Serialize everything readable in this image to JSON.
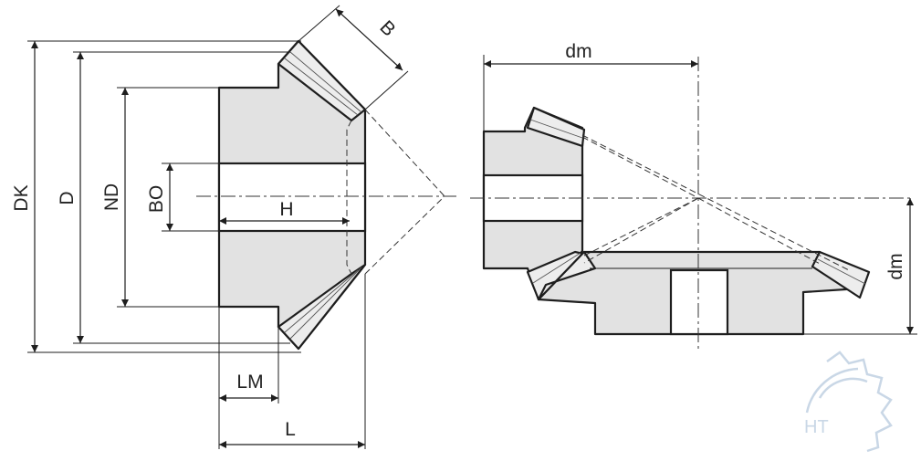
{
  "labels": {
    "dk": "DK",
    "d": "D",
    "nd": "ND",
    "bo": "BO",
    "h": "H",
    "b": "B",
    "lm": "LM",
    "l": "L",
    "dm_top": "dm",
    "dm_side": "dm"
  },
  "logo": {
    "text": "HT"
  },
  "colors": {
    "body": "#e2e2e2",
    "line": "#1e1e1e",
    "logo": "#c9d7e6"
  }
}
